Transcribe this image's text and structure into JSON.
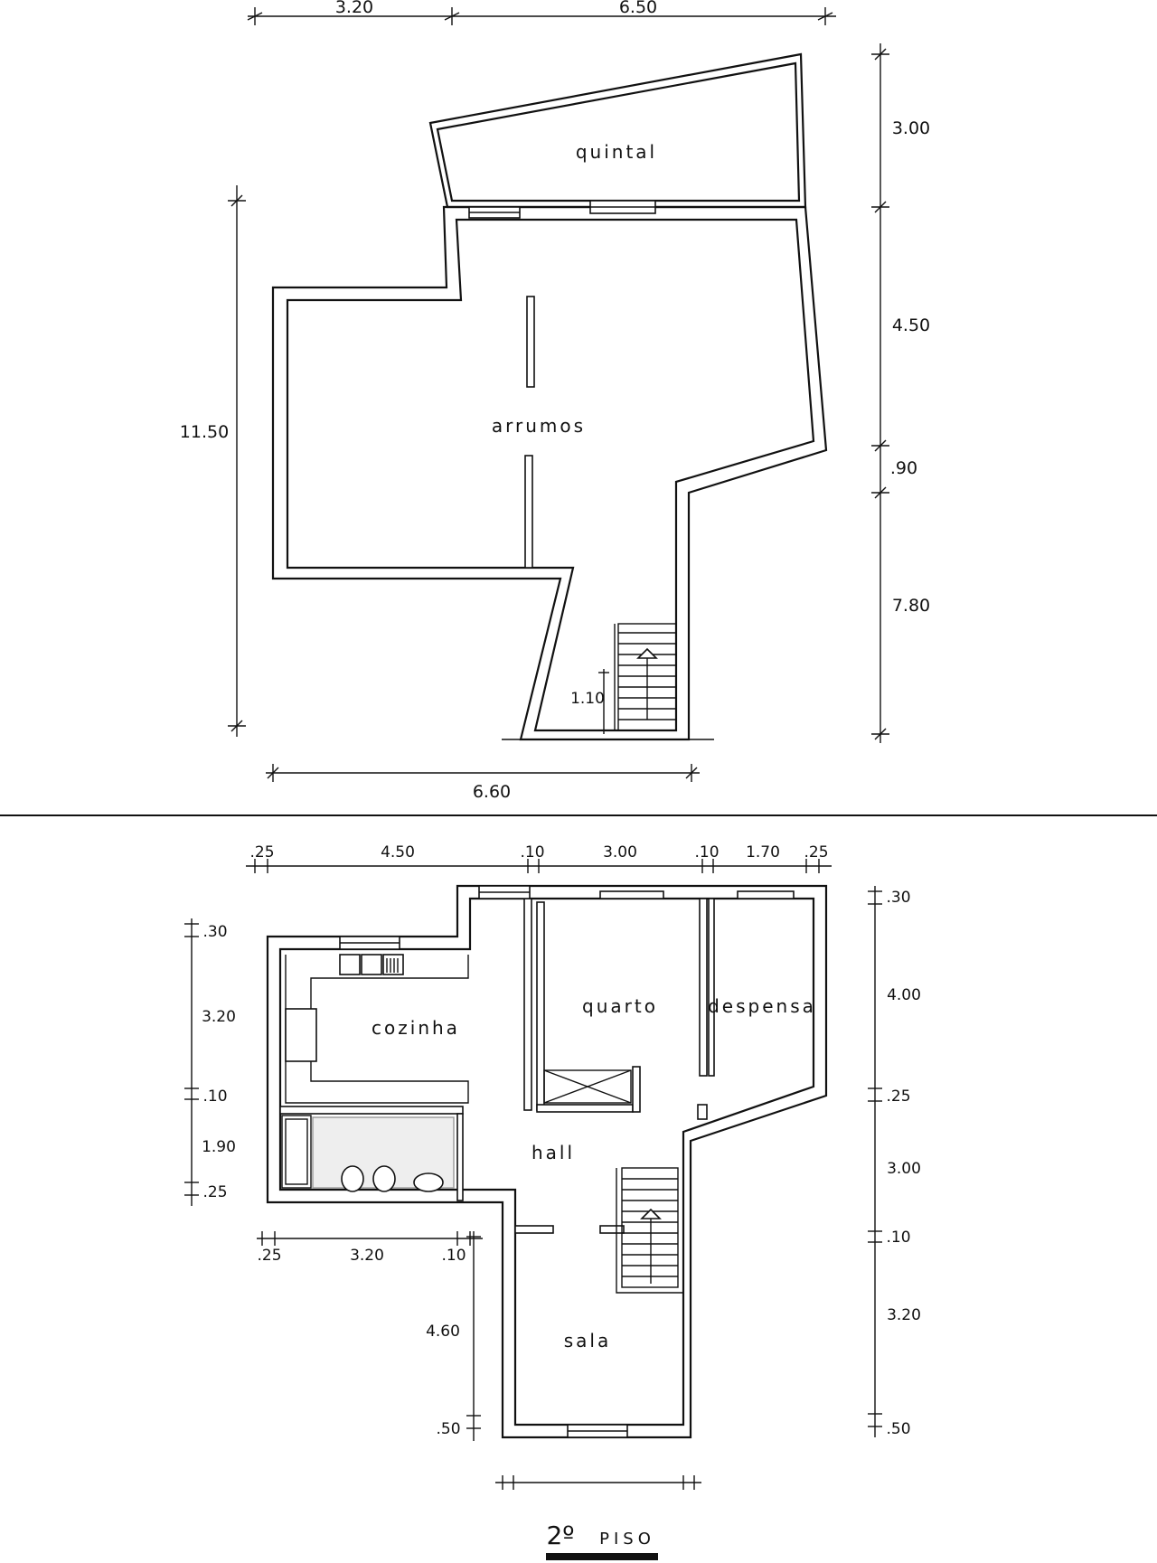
{
  "upper_plan": {
    "rooms": {
      "quintal": "quintal",
      "arrumos": "arrumos"
    },
    "dims": {
      "top_a": "3.20",
      "top_b": "6.50",
      "left_total": "11.50",
      "right_a": "3.00",
      "right_b": "4.50",
      "right_c": ".90",
      "right_d": "7.80",
      "stair_h": "1.10",
      "bottom": "6.60"
    }
  },
  "lower_plan": {
    "rooms": {
      "cozinha": "cozinha",
      "quarto": "quarto",
      "despensa": "despensa",
      "hall": "hall",
      "sala": "sala"
    },
    "dims": {
      "top_1": ".25",
      "top_2": "4.50",
      "top_3": ".10",
      "top_4": "3.00",
      "top_5": ".10",
      "top_6": "1.70",
      "top_7": ".25",
      "left_1": ".30",
      "left_2": "3.20",
      "left_3": ".10",
      "left_4": "1.90",
      "left_5": ".25",
      "right_1": ".30",
      "right_2": "4.00",
      "right_3": ".25",
      "right_4": "3.00",
      "right_5": ".10",
      "right_6": "3.20",
      "right_7": ".50",
      "mid_1": ".25",
      "mid_2": "3.20",
      "mid_3": ".10",
      "sala_h": "4.60",
      "sala_b": ".50"
    }
  },
  "title": {
    "floor_num": "2º",
    "floor_word": "PISO"
  }
}
